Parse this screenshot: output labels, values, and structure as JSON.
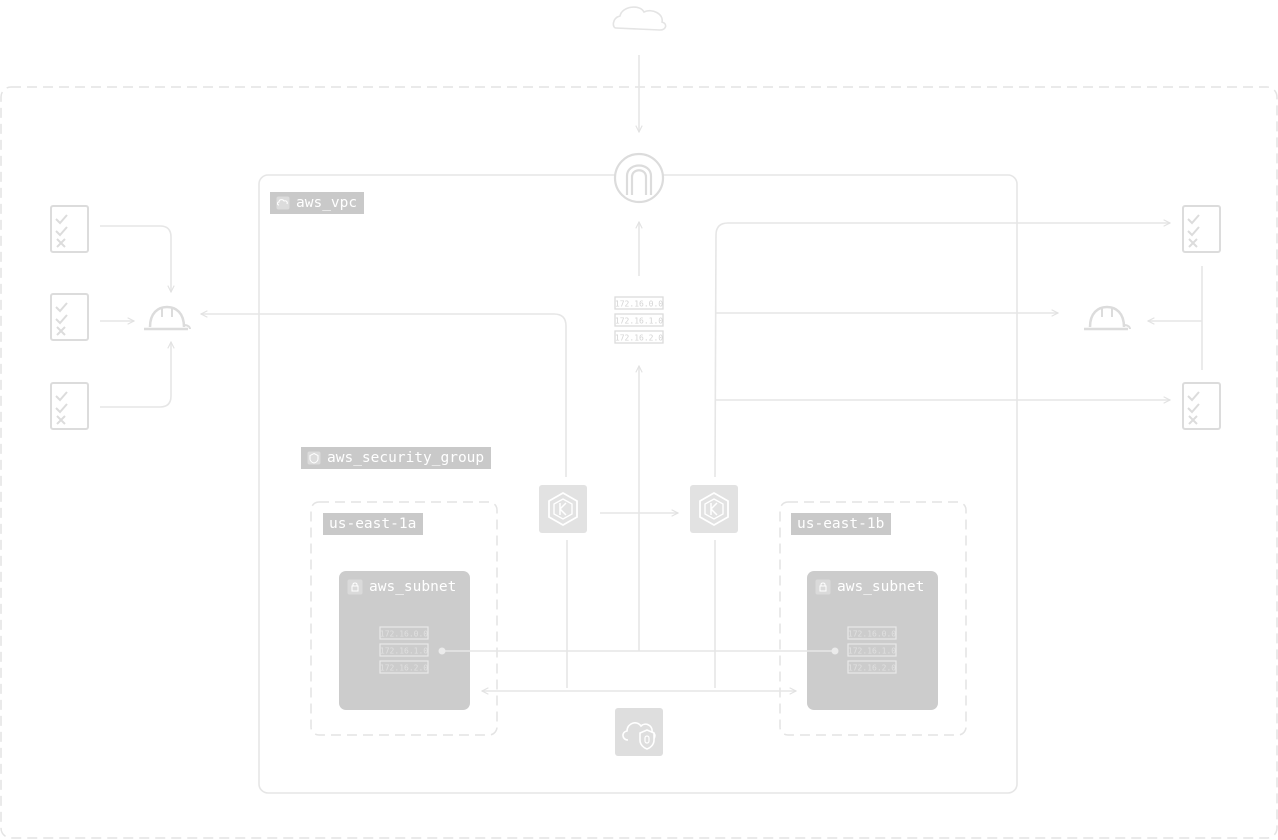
{
  "labels": {
    "vpc": "aws_vpc",
    "security_group": "aws_security_group",
    "az_a": "us-east-1a",
    "az_b": "us-east-1b",
    "subnet_a": "aws_subnet",
    "subnet_b": "aws_subnet"
  },
  "route_table": {
    "center": [
      "172.16.0.0",
      "172.16.1.0",
      "172.16.2.0"
    ],
    "subnet_a": [
      "172.16.0.0",
      "172.16.1.0",
      "172.16.2.0"
    ],
    "subnet_b": [
      "172.16.0.0",
      "172.16.1.0",
      "172.16.2.0"
    ]
  },
  "icons": {
    "internet": "cloud-icon",
    "gateway": "internet-gateway-icon",
    "k8s": "kubernetes-icon",
    "policy": "checklist-icon",
    "role": "hard-hat-icon",
    "vpn": "cloud-shield-icon"
  },
  "colors": {
    "line": "#e6e6e6",
    "label_bg": "#c9c9c9",
    "subnet_fill": "#cccccc",
    "icon_stroke": "#dcdcdc"
  }
}
